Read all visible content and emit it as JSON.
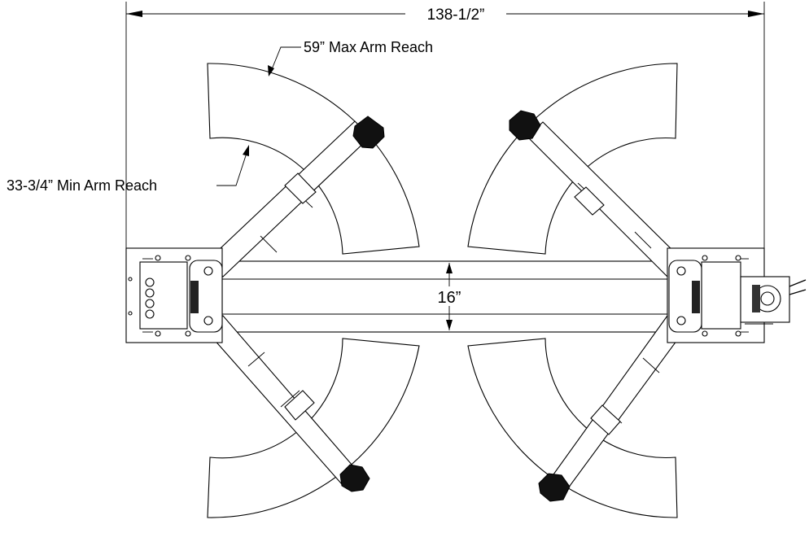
{
  "dimensions": {
    "overall_width": "138-1/2”",
    "max_arm_reach": "59” Max Arm Reach",
    "min_arm_reach": "33-3/4” Min Arm Reach",
    "carriage_gap": "16”"
  },
  "colors": {
    "line": "#000000",
    "pad": "#111111",
    "background": "#ffffff"
  }
}
